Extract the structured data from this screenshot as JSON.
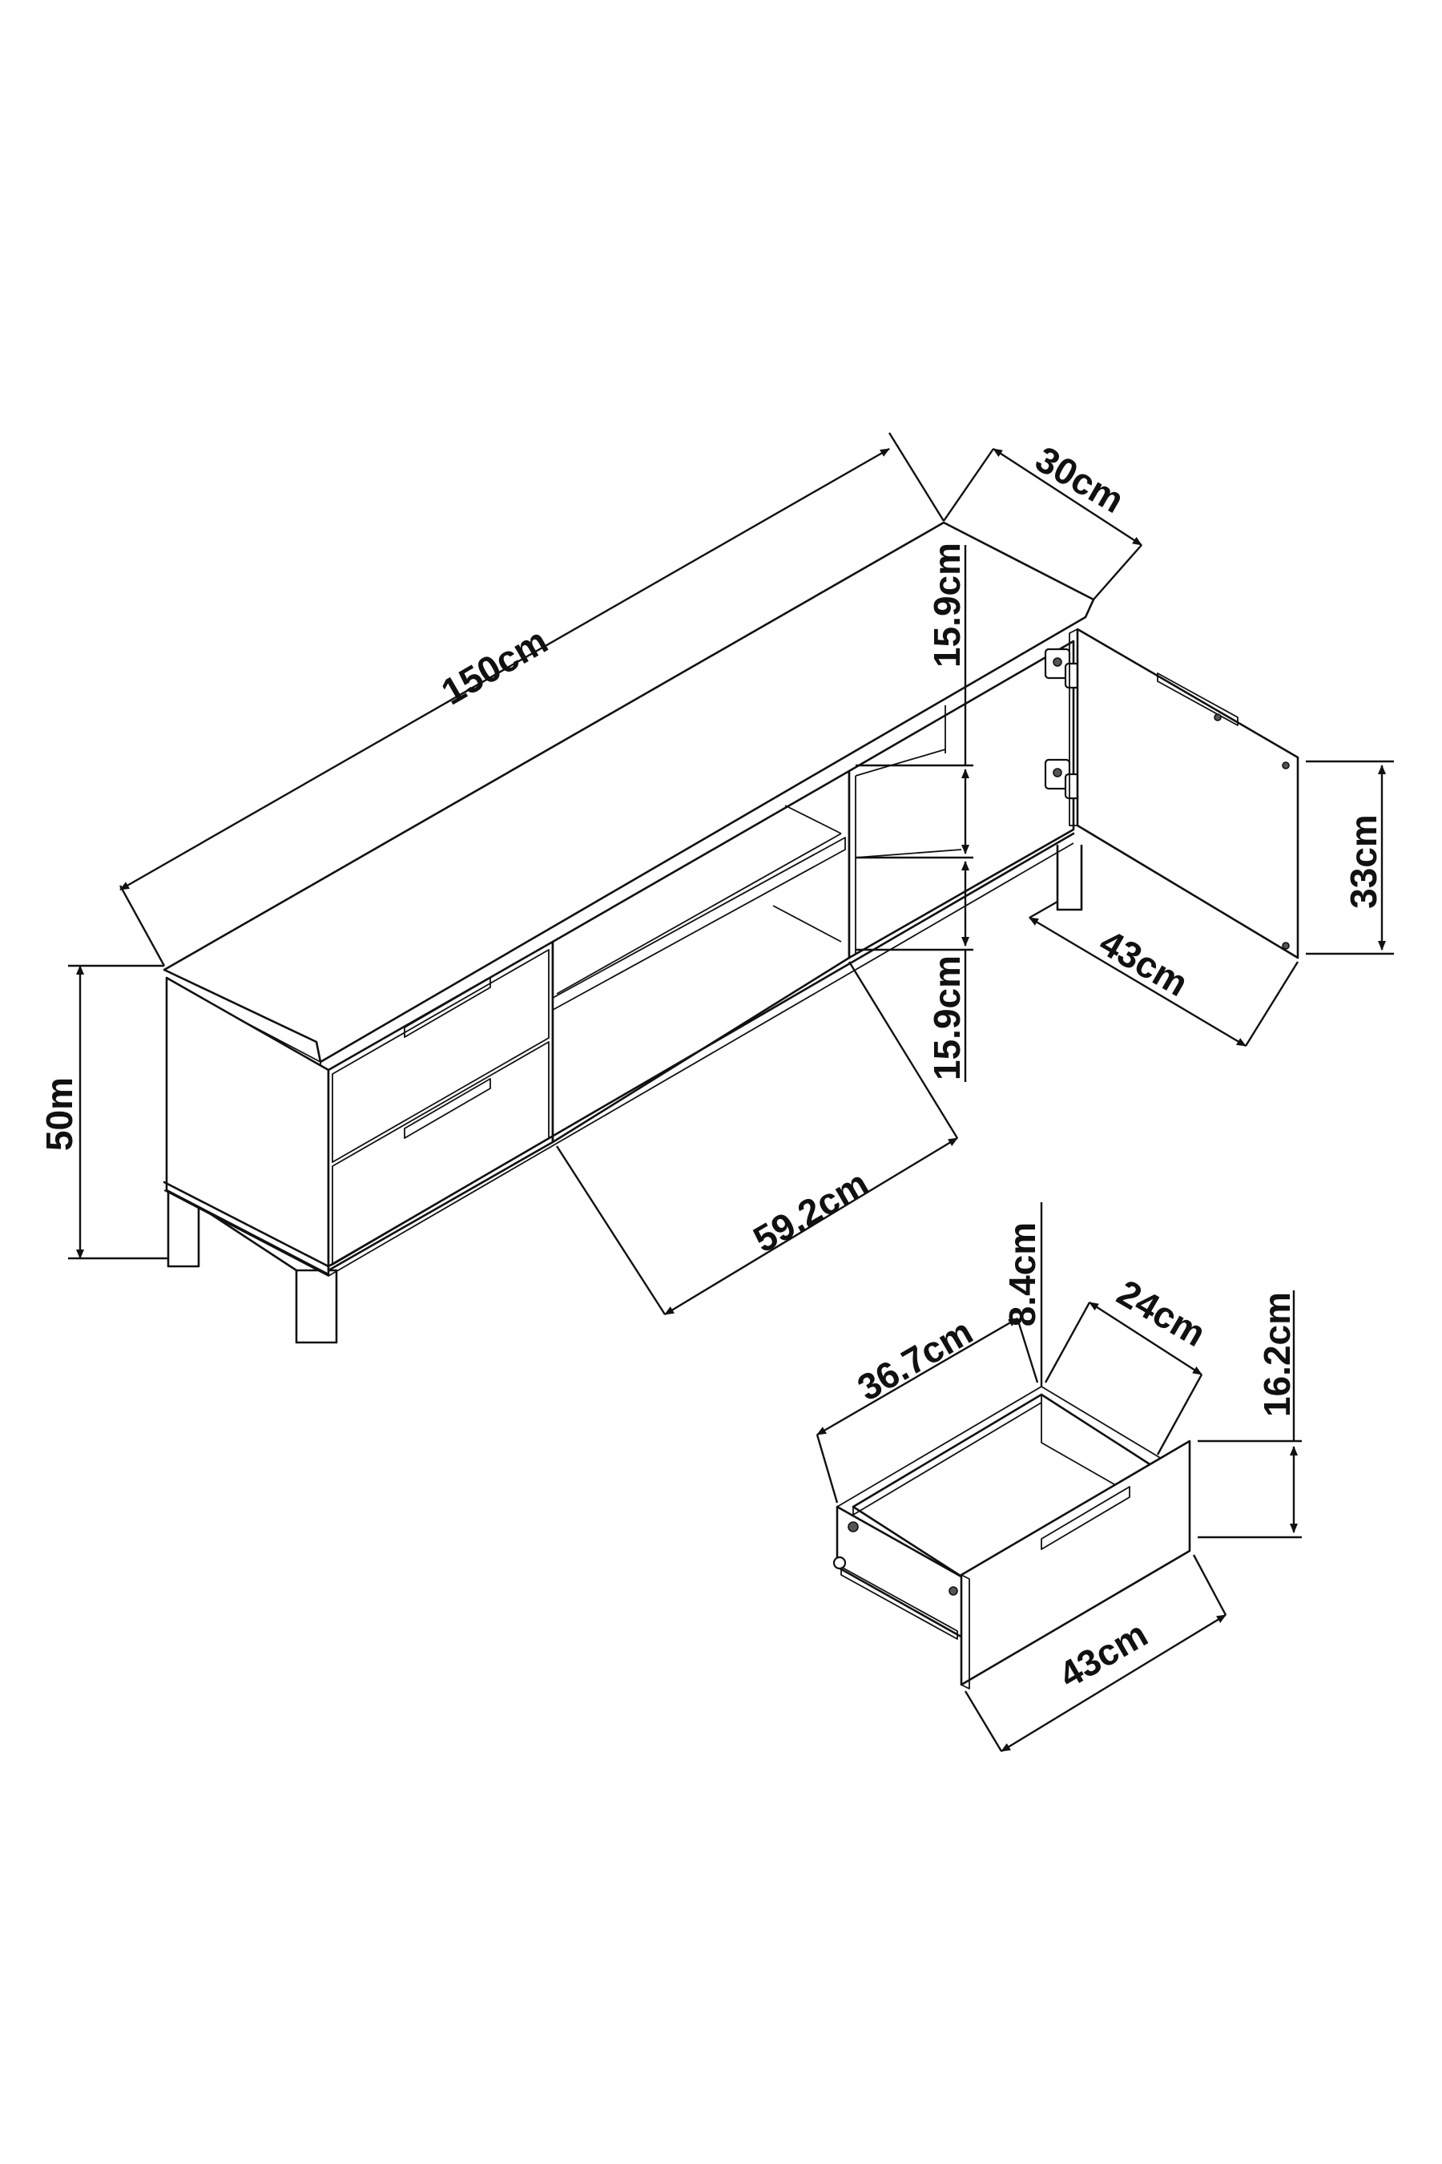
{
  "labels": {
    "width": "150cm",
    "depth": "30cm",
    "height": "50m",
    "shelf_upper": "15.9cm",
    "shelf_lower": "15.9cm",
    "door_height": "33cm",
    "door_width": "43cm",
    "compartment_width": "59.2cm",
    "drawer_front_width": "43cm",
    "drawer_inner_width": "36.7cm",
    "drawer_inner_height": "8.4cm",
    "drawer_depth": "24cm",
    "drawer_front_height": "16.2cm"
  },
  "colors": {
    "line": "#111111",
    "background": "#ffffff"
  }
}
